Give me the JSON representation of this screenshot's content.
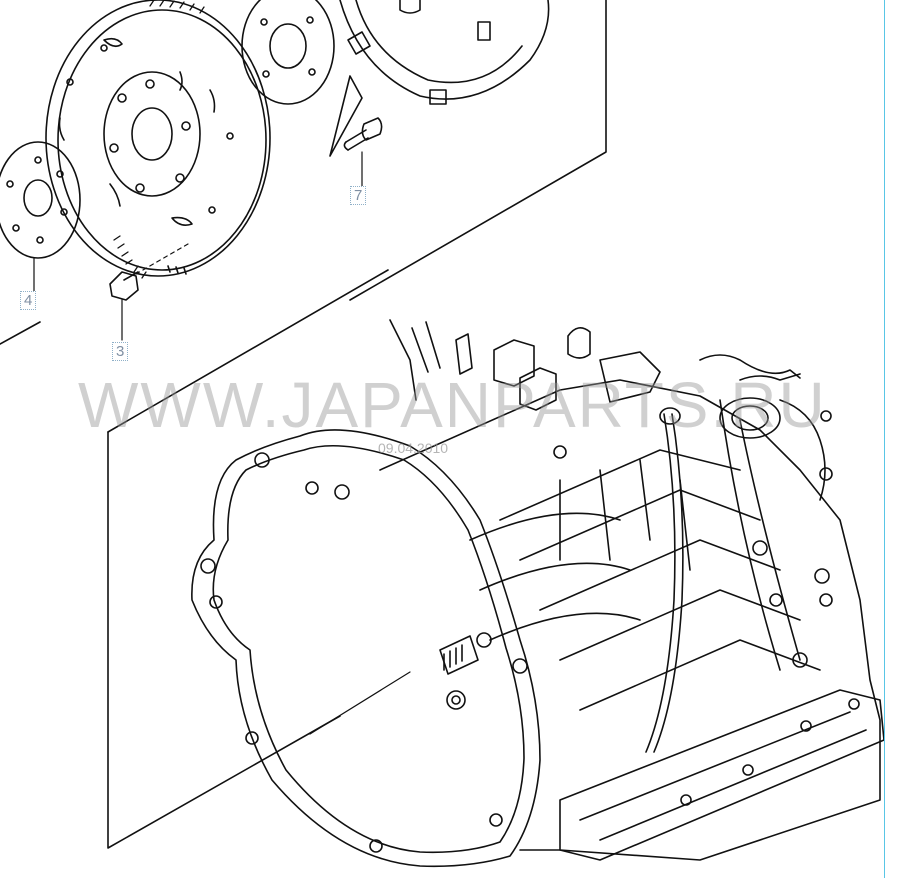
{
  "diagram": {
    "callouts": [
      {
        "id": "c7",
        "label": "7"
      },
      {
        "id": "c4",
        "label": "4"
      },
      {
        "id": "c3",
        "label": "3"
      }
    ],
    "watermark": "WWW.JAPANPARTS.RU",
    "date_stamp": "09.04.2010"
  },
  "colors": {
    "line": "#111111",
    "callout_text": "#7f8fa3",
    "frame_accent": "#59c6e6"
  }
}
